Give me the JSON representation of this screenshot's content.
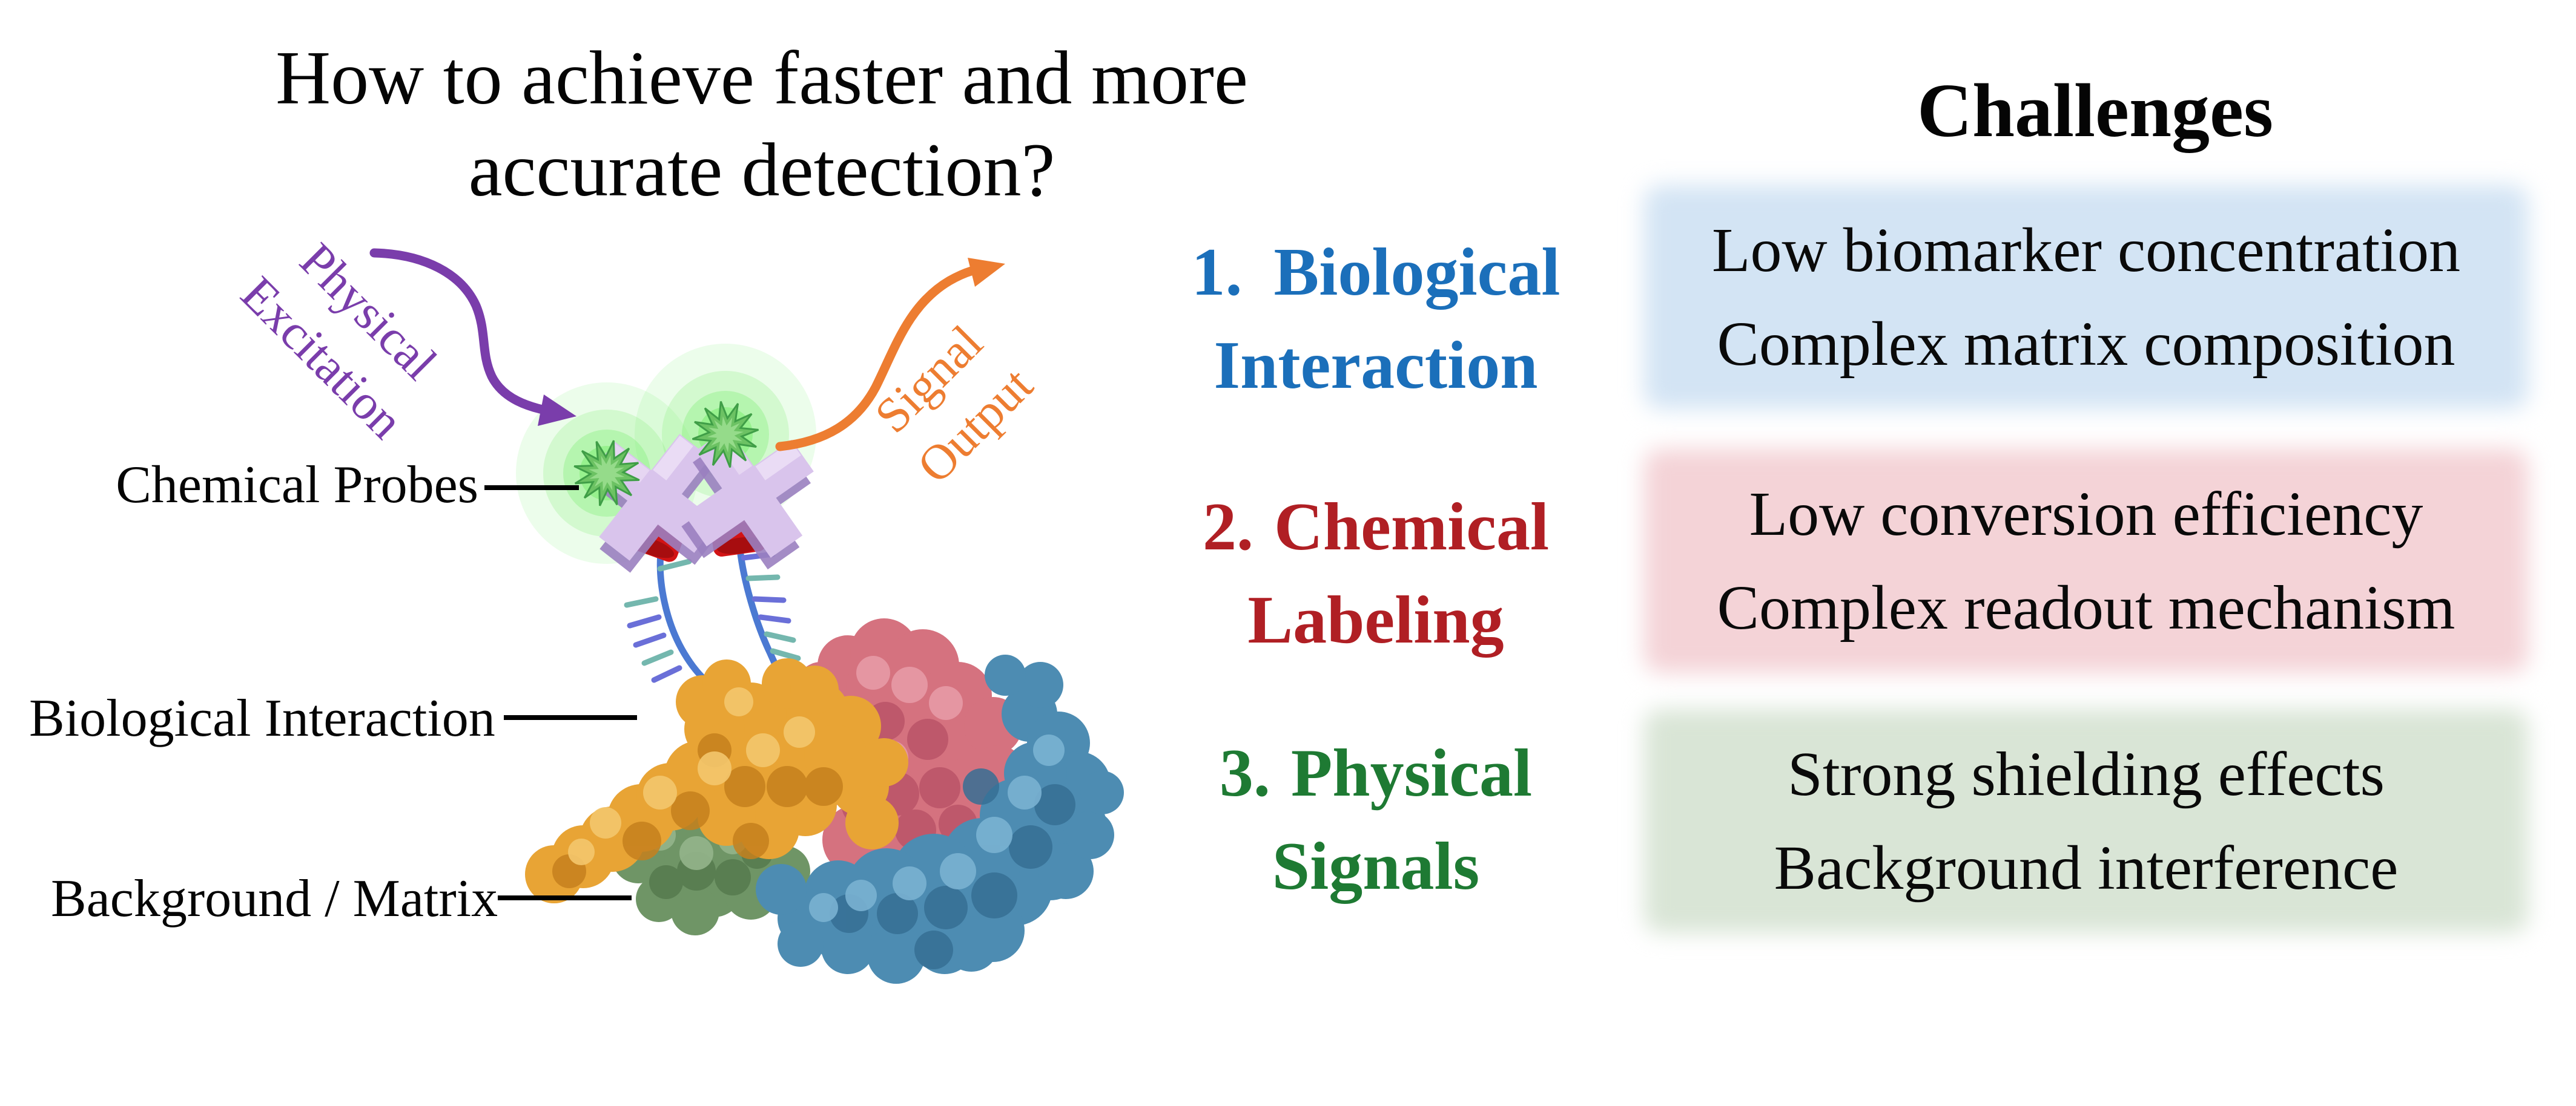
{
  "title": {
    "line1": "How to achieve faster and more",
    "line2": "accurate detection?"
  },
  "diagram": {
    "excitation_label": {
      "line1": "Physical",
      "line2": "Excitation"
    },
    "signal_label": {
      "line1": "Signal",
      "line2": "Output"
    },
    "callout_chemical_probes": "Chemical Probes",
    "callout_biological_interaction": "Biological Interaction",
    "callout_background_matrix": "Background / Matrix"
  },
  "challenges": {
    "heading": "Challenges",
    "items": [
      {
        "number": "1.",
        "name_line1": "Biological",
        "name_line2": "Interaction",
        "text_color": "#1b6fba",
        "box_color": "#d3e4f4",
        "challenge_line1": "Low biomarker concentration",
        "challenge_line2": "Complex matrix composition"
      },
      {
        "number": "2.",
        "name_line1": "Chemical",
        "name_line2": "Labeling",
        "text_color": "#b01f24",
        "box_color": "#f4d3d7",
        "challenge_line1": "Low conversion efficiency",
        "challenge_line2": "Complex readout mechanism"
      },
      {
        "number": "3.",
        "name_line1": "Physical",
        "name_line2": "Signals",
        "text_color": "#1e7a33",
        "box_color": "#d9e5d6",
        "challenge_line1": "Strong shielding effects",
        "challenge_line2": "Background interference"
      }
    ]
  },
  "palette": {
    "excitation_purple": "#7a3dab",
    "signal_orange": "#ed7d31"
  }
}
